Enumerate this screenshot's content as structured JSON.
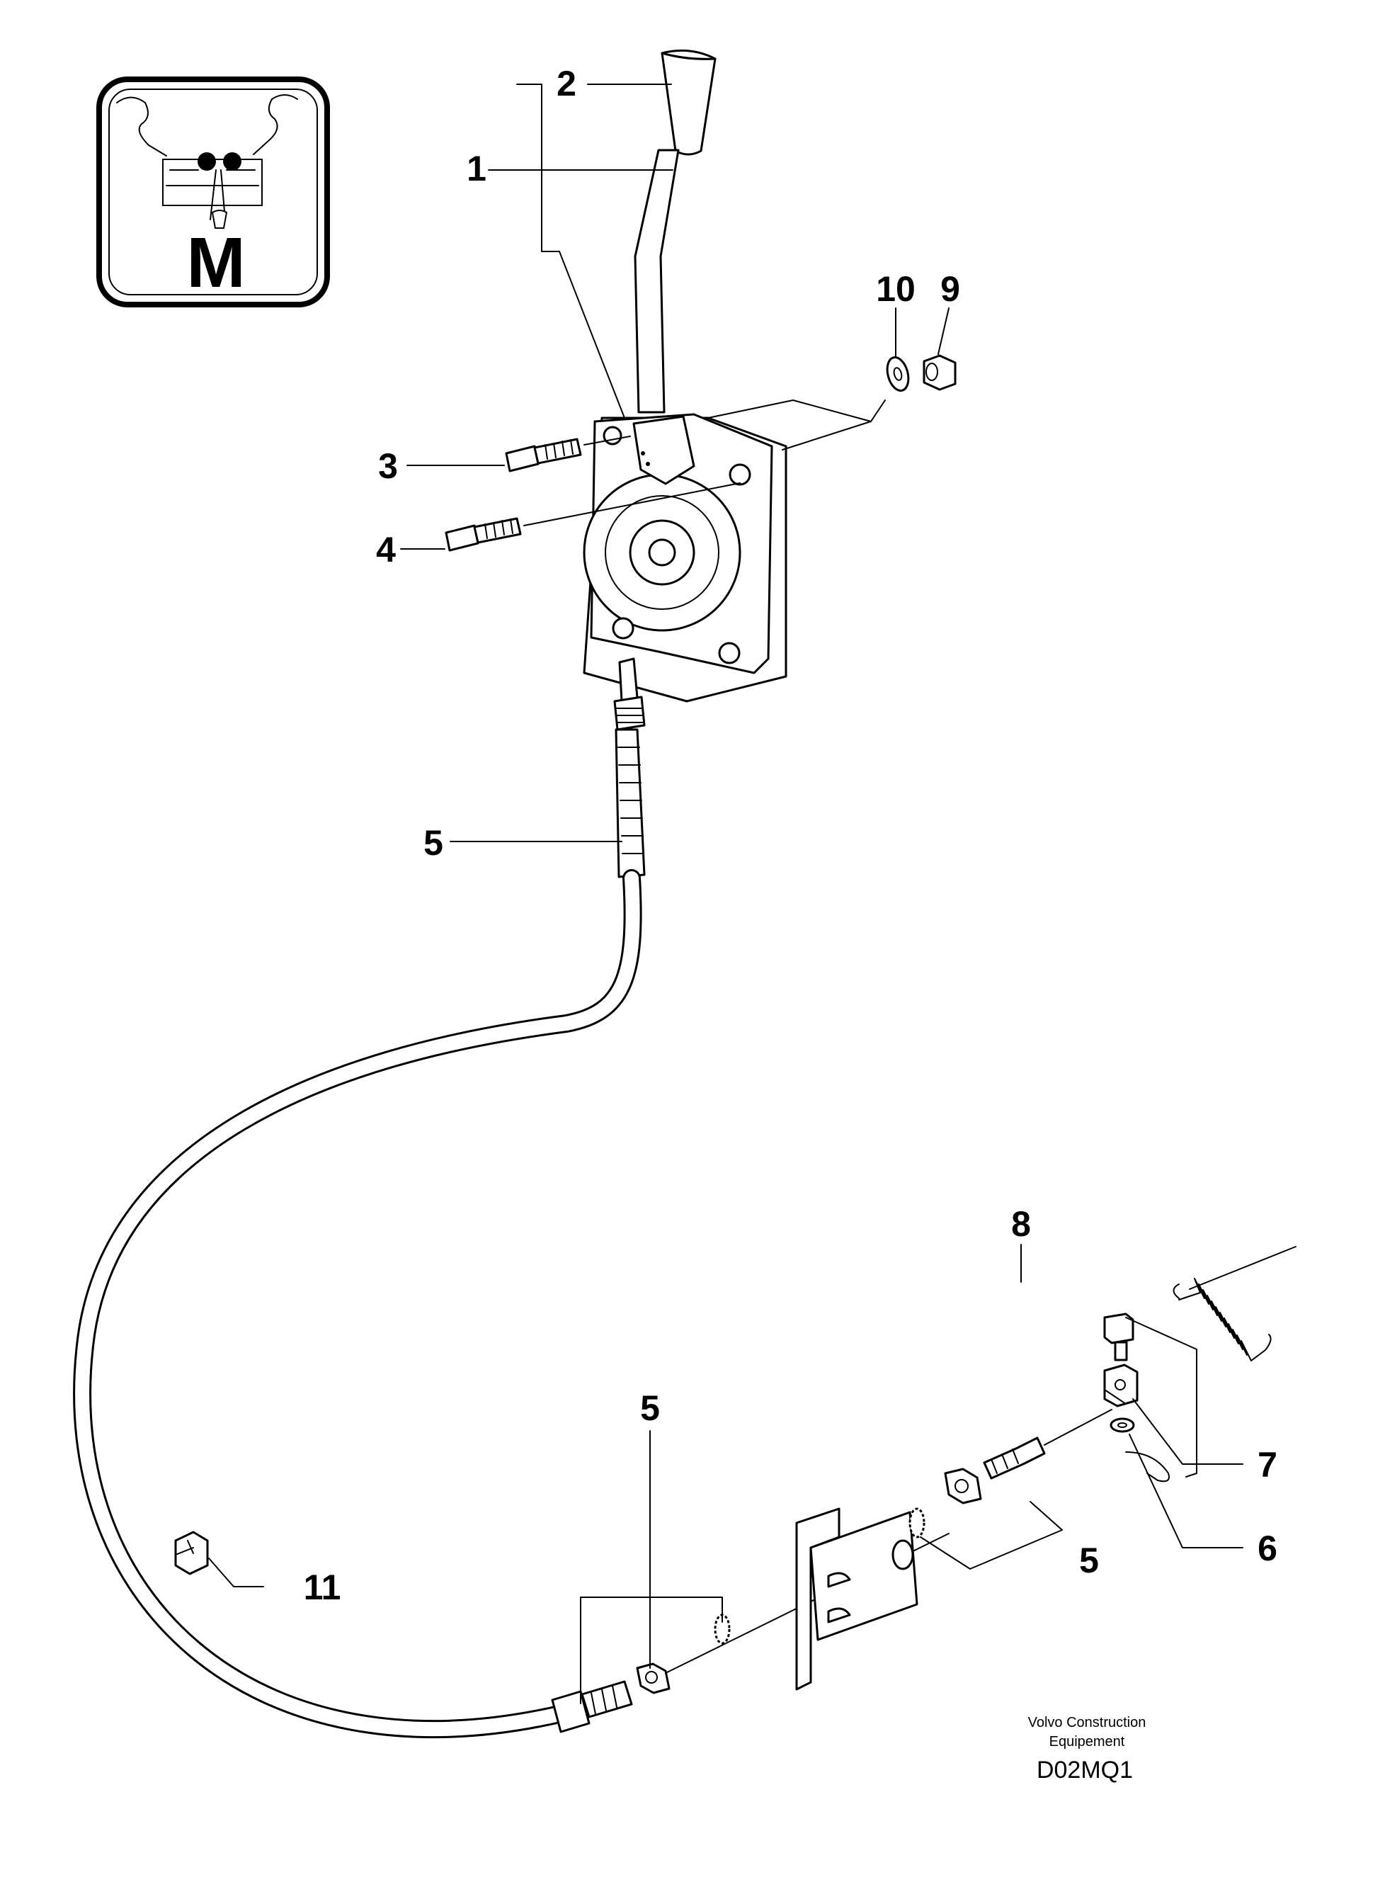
{
  "badge": {
    "letter": "M"
  },
  "callouts": {
    "c1": "1",
    "c2": "2",
    "c3": "3",
    "c4": "4",
    "c5a": "5",
    "c5b": "5",
    "c5c": "5",
    "c6": "6",
    "c7": "7",
    "c8": "8",
    "c9": "9",
    "c10": "10",
    "c11": "11"
  },
  "credit": {
    "line1": "Volvo Construction",
    "line2": "Equipement"
  },
  "drawing_code": "D02MQ1"
}
